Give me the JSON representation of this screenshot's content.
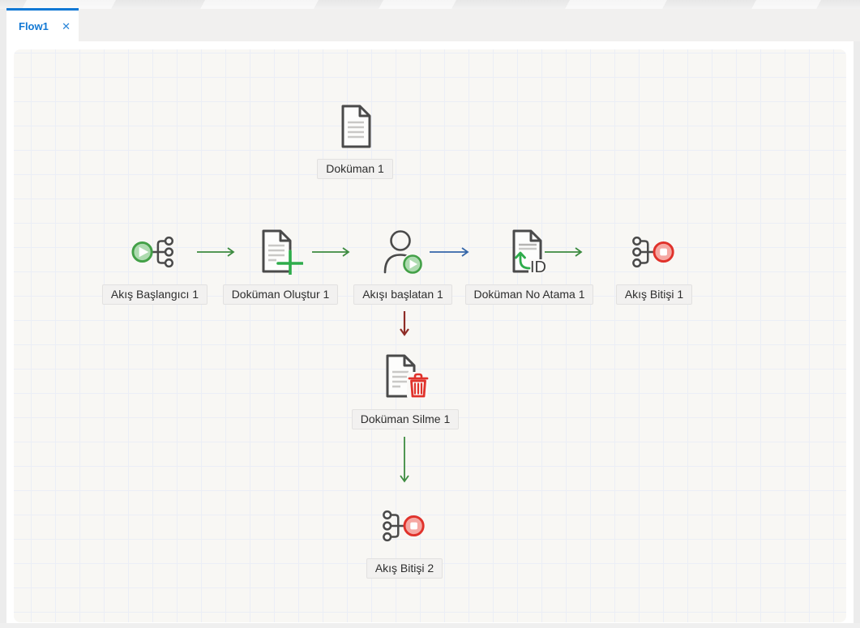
{
  "window": {
    "tab": {
      "label": "Flow1",
      "close_glyph": "✕"
    }
  },
  "canvas": {
    "nodes": [
      {
        "id": "dokuman-1",
        "label": "Doküman 1",
        "icon": "document-icon"
      },
      {
        "id": "akis-baslangici-1",
        "label": "Akış Başlangıcı 1",
        "icon": "flow-start-icon"
      },
      {
        "id": "dokuman-olustur-1",
        "label": "Doküman Oluştur 1",
        "icon": "document-create-icon"
      },
      {
        "id": "akisi-baslatan-1",
        "label": "Akışı başlatan 1",
        "icon": "user-play-icon"
      },
      {
        "id": "dokuman-no-atama-1",
        "label": "Doküman No Atama 1",
        "icon": "document-id-icon"
      },
      {
        "id": "akis-bitisi-1",
        "label": "Akış Bitişi 1",
        "icon": "flow-end-icon"
      },
      {
        "id": "dokuman-silme-1",
        "label": "Doküman Silme 1",
        "icon": "document-delete-icon"
      },
      {
        "id": "akis-bitisi-2",
        "label": "Akış Bitişi 2",
        "icon": "flow-end-icon"
      }
    ],
    "edges": [
      {
        "from": "akis-baslangici-1",
        "to": "dokuman-olustur-1",
        "color": "#3d8b40",
        "direction": "right"
      },
      {
        "from": "dokuman-olustur-1",
        "to": "akisi-baslatan-1",
        "color": "#3d8b40",
        "direction": "right"
      },
      {
        "from": "akisi-baslatan-1",
        "to": "dokuman-no-atama-1",
        "color": "#3566a8",
        "direction": "right"
      },
      {
        "from": "dokuman-no-atama-1",
        "to": "akis-bitisi-1",
        "color": "#3d8b40",
        "direction": "right"
      },
      {
        "from": "akisi-baslatan-1",
        "to": "dokuman-silme-1",
        "color": "#8e2c26",
        "direction": "down"
      },
      {
        "from": "dokuman-silme-1",
        "to": "akis-bitisi-2",
        "color": "#3d8b40",
        "direction": "down"
      }
    ],
    "id_badge_text": "ID"
  },
  "colors": {
    "accent": "#1178d4",
    "edge_green": "#3d8b40",
    "edge_blue": "#3566a8",
    "edge_red": "#8e2c26",
    "icon_stroke": "#4a4a4a",
    "icon_green": "#2eac4b",
    "icon_red": "#e0322b",
    "node_green_stroke": "#43a047",
    "node_green_fill": "#aedbb0",
    "node_red_stroke": "#e0322b",
    "node_red_fill": "#f5a8a3"
  }
}
